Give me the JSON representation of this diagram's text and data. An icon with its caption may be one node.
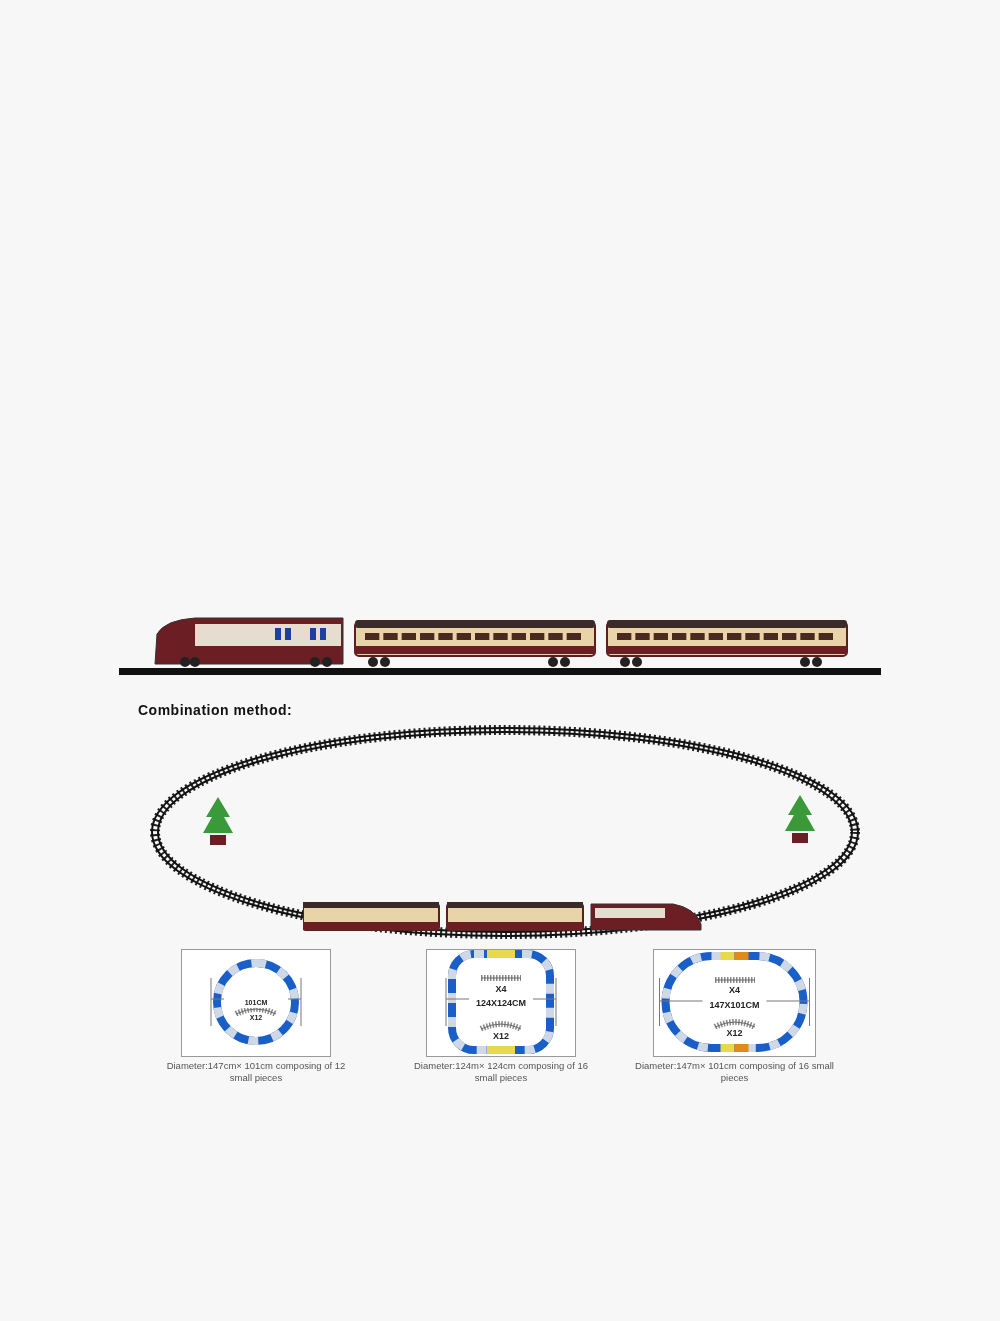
{
  "diagram": {
    "title": "Combination method:",
    "nodes": [
      {
        "text": [
          "101CM",
          "X12"
        ],
        "beside": [
          "Diameter:147cm× 101cm composing of 12 small pieces"
        ]
      },
      {
        "text": [
          "X4",
          "124X124CM",
          "X12"
        ],
        "beside": [
          "Diameter:124m× 124cm composing of 16 small pieces"
        ]
      },
      {
        "text": [
          "X4",
          "147X101CM",
          "X12"
        ],
        "beside": [
          "Diameter:147m× 101cm composing of 16 small pieces"
        ]
      }
    ]
  }
}
